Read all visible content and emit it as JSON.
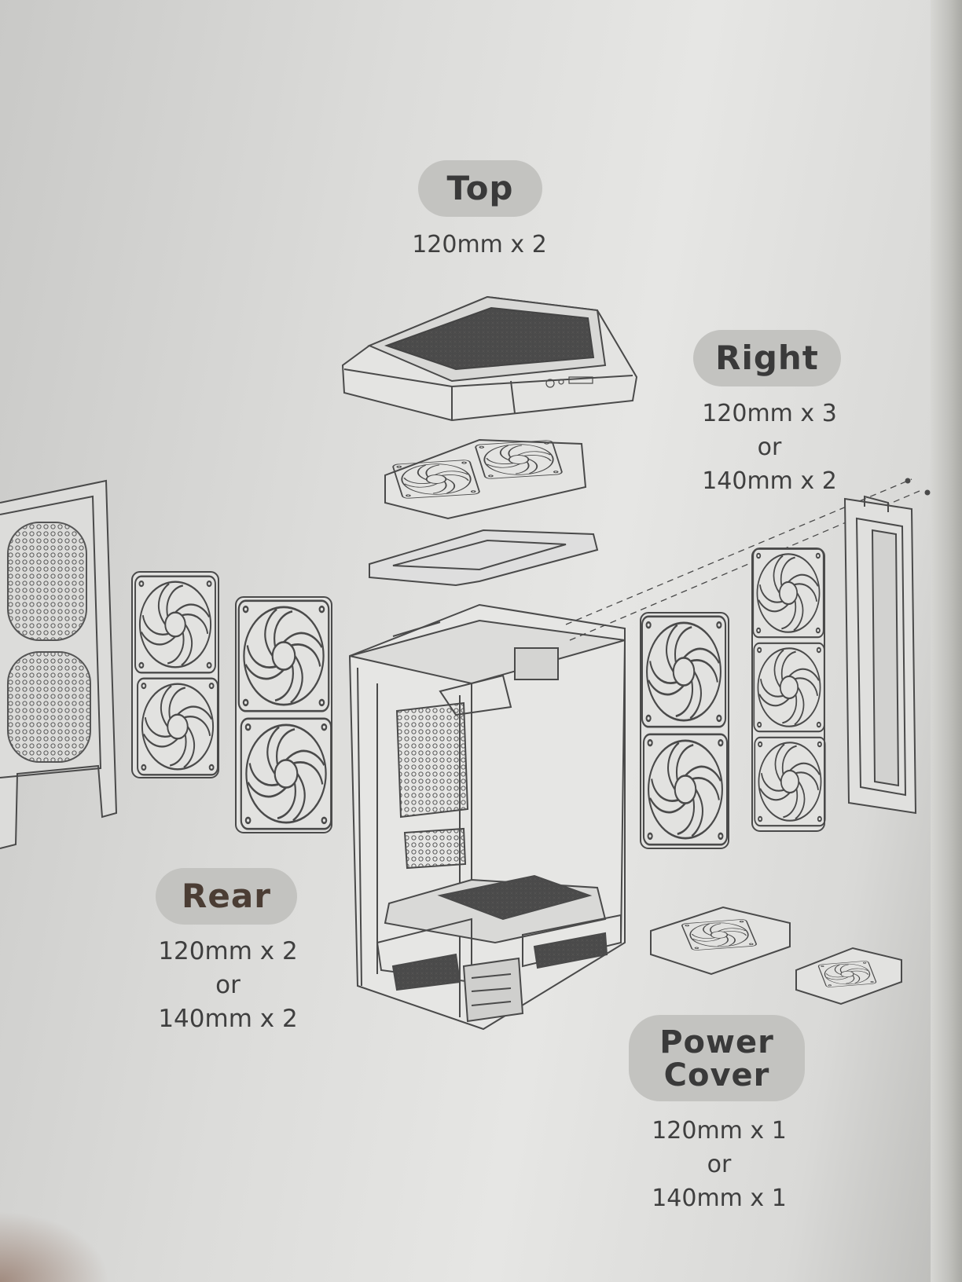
{
  "labels": {
    "top": {
      "title": "Top",
      "lines": [
        "120mm x 2"
      ]
    },
    "right": {
      "title": "Right",
      "lines": [
        "120mm x 3",
        "or",
        "140mm x 2"
      ]
    },
    "rear": {
      "title": "Rear",
      "lines": [
        "120mm x 2",
        "or",
        "140mm x 2"
      ]
    },
    "power": {
      "title_line1": "Power",
      "title_line2": "Cover",
      "lines": [
        "120mm x 1",
        "or",
        "140mm x 1"
      ]
    }
  },
  "colors": {
    "line": "#4a4a4a",
    "pill": "#c3c3c0",
    "text": "#3f3f3f"
  },
  "icons": [
    "fan-icon",
    "case-chassis-icon",
    "top-cover-icon",
    "side-panel-icon",
    "io-panel-icon"
  ]
}
